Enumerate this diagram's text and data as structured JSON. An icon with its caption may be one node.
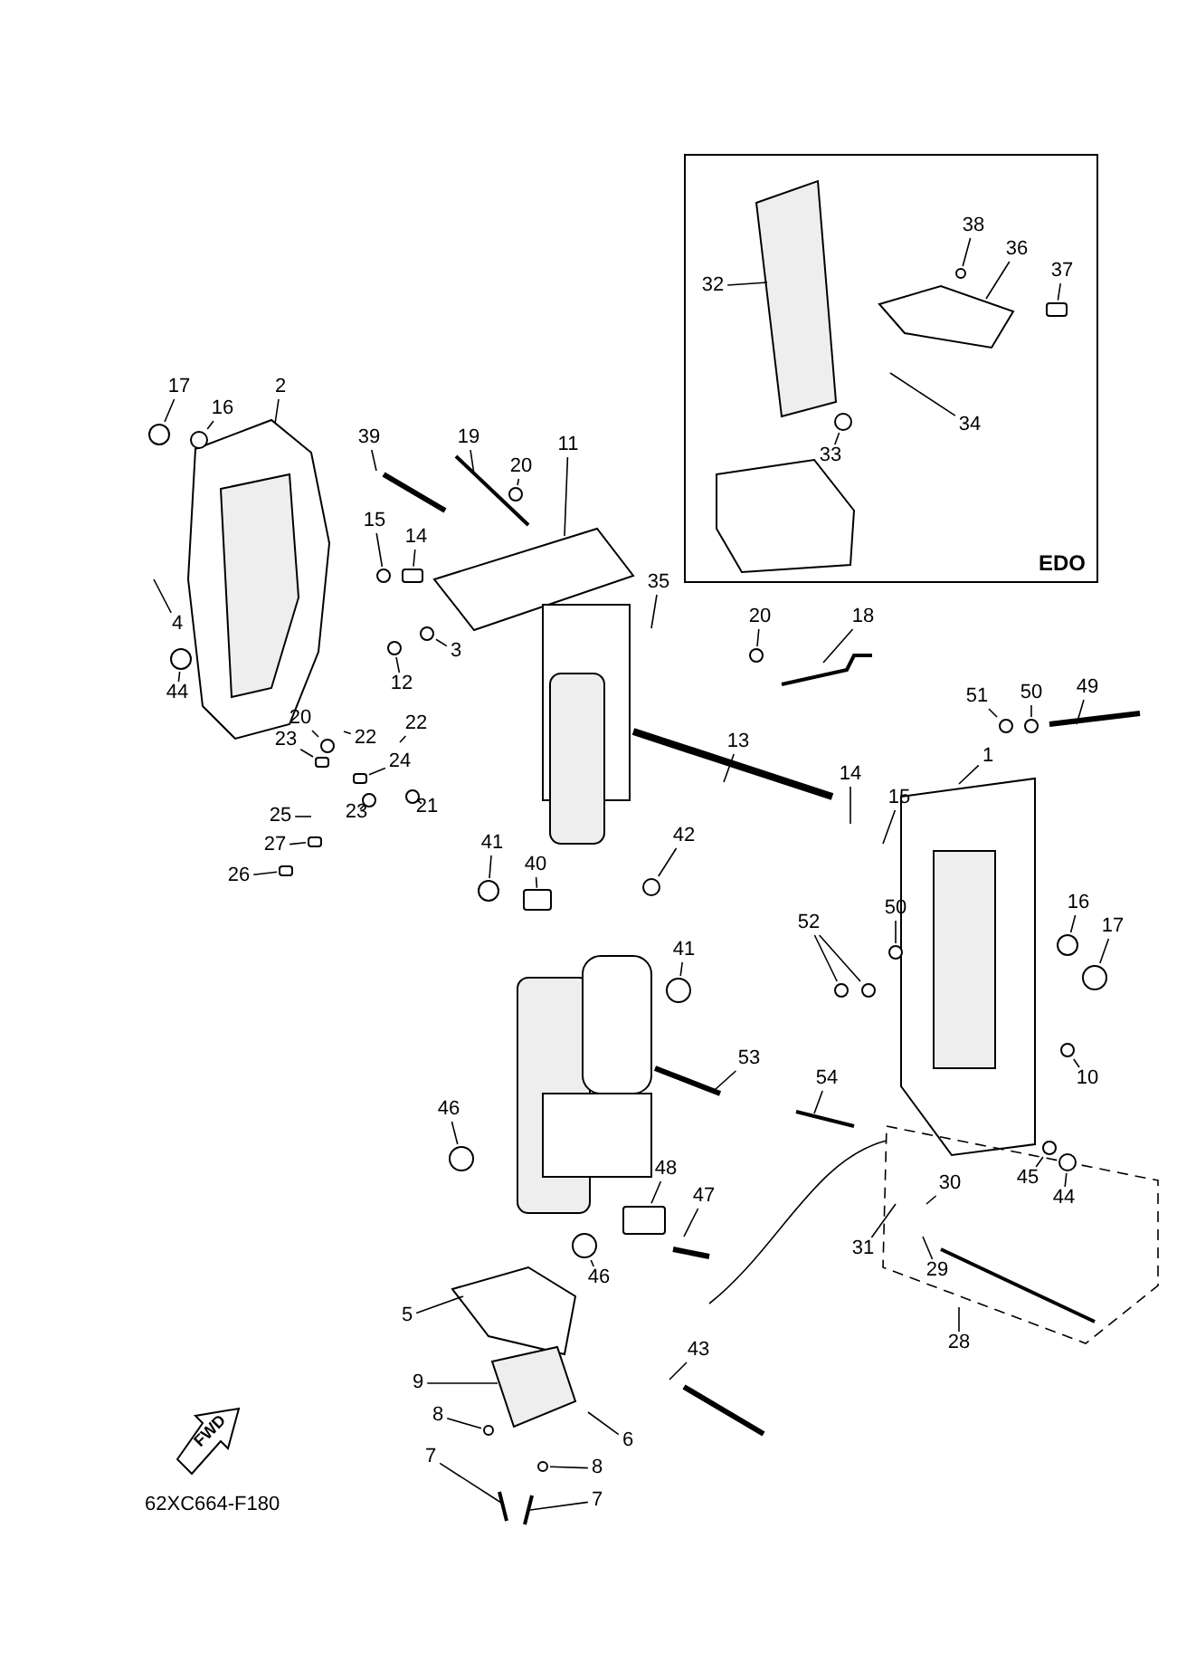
{
  "diagram": {
    "nodes": [
      {
        "text": [
          "EDO"
        ]
      },
      {
        "text": [
          "38"
        ],
        "in": 0
      },
      {
        "text": [
          "36"
        ],
        "in": 0
      },
      {
        "text": [
          "37"
        ],
        "in": 0
      },
      {
        "text": [
          "32"
        ],
        "in": 0
      },
      {
        "text": [
          "34"
        ],
        "in": 0
      },
      {
        "text": [
          "33"
        ],
        "in": 0
      },
      {
        "text": [
          "17"
        ]
      },
      {
        "text": [
          "2"
        ]
      },
      {
        "text": [
          "16"
        ]
      },
      {
        "text": [
          "39"
        ]
      },
      {
        "text": [
          "19"
        ]
      },
      {
        "text": [
          "11"
        ]
      },
      {
        "text": [
          "20"
        ]
      },
      {
        "text": [
          "15"
        ]
      },
      {
        "text": [
          "14"
        ]
      },
      {
        "text": [
          "35"
        ]
      },
      {
        "text": [
          "20"
        ]
      },
      {
        "text": [
          "18"
        ]
      },
      {
        "text": [
          "4"
        ]
      },
      {
        "text": [
          "3"
        ]
      },
      {
        "text": [
          "12"
        ]
      },
      {
        "text": [
          "44"
        ]
      },
      {
        "text": [
          "49"
        ]
      },
      {
        "text": [
          "50"
        ]
      },
      {
        "text": [
          "51"
        ]
      },
      {
        "text": [
          "20"
        ]
      },
      {
        "text": [
          "22"
        ]
      },
      {
        "text": [
          "22"
        ]
      },
      {
        "text": [
          "23"
        ]
      },
      {
        "text": [
          "1"
        ]
      },
      {
        "text": [
          "13"
        ]
      },
      {
        "text": [
          "24"
        ]
      },
      {
        "text": [
          "14"
        ]
      },
      {
        "text": [
          "15"
        ]
      },
      {
        "text": [
          "21"
        ]
      },
      {
        "text": [
          "23"
        ]
      },
      {
        "text": [
          "25"
        ]
      },
      {
        "text": [
          "42"
        ]
      },
      {
        "text": [
          "41"
        ]
      },
      {
        "text": [
          "27"
        ]
      },
      {
        "text": [
          "40"
        ]
      },
      {
        "text": [
          "26"
        ]
      },
      {
        "text": [
          "16"
        ]
      },
      {
        "text": [
          "50"
        ]
      },
      {
        "text": [
          "52"
        ]
      },
      {
        "text": [
          "17"
        ]
      },
      {
        "text": [
          "41"
        ]
      },
      {
        "text": [
          "53"
        ]
      },
      {
        "text": [
          "54"
        ]
      },
      {
        "text": [
          "10"
        ]
      },
      {
        "text": [
          "46"
        ]
      },
      {
        "text": [
          "48"
        ]
      },
      {
        "text": [
          "45"
        ]
      },
      {
        "text": [
          "30"
        ]
      },
      {
        "text": [
          "47"
        ]
      },
      {
        "text": [
          "44"
        ]
      },
      {
        "text": [
          "31"
        ]
      },
      {
        "text": [
          "29"
        ]
      },
      {
        "text": [
          "46"
        ]
      },
      {
        "text": [
          "5"
        ]
      },
      {
        "text": [
          "28"
        ]
      },
      {
        "text": [
          "43"
        ]
      },
      {
        "text": [
          "9"
        ]
      },
      {
        "text": [
          "8"
        ]
      },
      {
        "text": [
          "6"
        ]
      },
      {
        "text": [
          "7"
        ]
      },
      {
        "text": [
          "8"
        ]
      },
      {
        "text": [
          "7"
        ]
      },
      {
        "text": [],
        "shape": "circle",
        "in": 0
      },
      {
        "text": [],
        "shape": "box",
        "in": 0
      },
      {
        "text": [],
        "shape": "circle",
        "in": 0
      },
      {
        "text": [],
        "shape": "circle"
      },
      {
        "text": [],
        "shape": "circle"
      },
      {
        "text": [],
        "shape": "circle"
      },
      {
        "text": [],
        "shape": "circle"
      },
      {
        "text": [],
        "shape": "box"
      },
      {
        "text": [],
        "shape": "circle"
      },
      {
        "text": [],
        "shape": "circle"
      },
      {
        "text": [],
        "shape": "circle"
      },
      {
        "text": [],
        "shape": "circle"
      },
      {
        "text": [],
        "shape": "circle"
      },
      {
        "text": [],
        "shape": "circle"
      },
      {
        "text": [],
        "shape": "circle"
      },
      {
        "text": [],
        "shape": "box"
      },
      {
        "text": [],
        "shape": "box"
      },
      {
        "text": [],
        "shape": "circle"
      },
      {
        "text": [],
        "shape": "circle"
      },
      {
        "text": [],
        "shape": "circle"
      },
      {
        "text": [],
        "shape": "circle"
      },
      {
        "text": [],
        "shape": "box"
      },
      {
        "text": [],
        "shape": "box"
      },
      {
        "text": [],
        "shape": "box"
      },
      {
        "text": [],
        "shape": "circle"
      },
      {
        "text": [],
        "shape": "circle"
      },
      {
        "text": [],
        "shape": "circle"
      },
      {
        "text": [],
        "shape": "circle"
      },
      {
        "text": [],
        "shape": "circle"
      },
      {
        "text": [],
        "shape": "circle"
      },
      {
        "text": [],
        "shape": "circle"
      },
      {
        "text": [],
        "shape": "circle"
      },
      {
        "text": [],
        "shape": "circle"
      },
      {
        "text": [],
        "shape": "circle"
      },
      {
        "text": [],
        "shape": "circle"
      },
      {
        "text": [],
        "shape": "circle"
      },
      {
        "text": [],
        "shape": "circle"
      },
      {
        "text": [],
        "shape": "box"
      }
    ],
    "edges": [
      {
        "from": 1,
        "to": 69,
        "arrow": "none"
      },
      {
        "from": 2,
        "to": null,
        "arrow": "none"
      },
      {
        "from": 3,
        "to": 70,
        "arrow": "none"
      },
      {
        "from": 4,
        "to": null,
        "arrow": "none"
      },
      {
        "from": 5,
        "to": null,
        "arrow": "none"
      },
      {
        "from": 6,
        "to": 71,
        "arrow": "none"
      },
      {
        "from": 7,
        "to": 72,
        "arrow": "none"
      },
      {
        "from": 8,
        "to": null,
        "arrow": "none"
      },
      {
        "from": 9,
        "to": 73,
        "arrow": "none"
      },
      {
        "from": 10,
        "to": null,
        "arrow": "none"
      },
      {
        "from": 11,
        "to": null,
        "arrow": "none"
      },
      {
        "from": 12,
        "to": null,
        "arrow": "none"
      },
      {
        "from": 13,
        "to": 74,
        "arrow": "none"
      },
      {
        "from": 14,
        "to": 75,
        "arrow": "none"
      },
      {
        "from": 15,
        "to": 76,
        "arrow": "none"
      },
      {
        "from": 16,
        "to": null,
        "arrow": "none"
      },
      {
        "from": 17,
        "to": 77,
        "arrow": "none"
      },
      {
        "from": 18,
        "to": null,
        "arrow": "none"
      },
      {
        "from": 19,
        "to": null,
        "arrow": "none"
      },
      {
        "from": 20,
        "to": 78,
        "arrow": "none"
      },
      {
        "from": 21,
        "to": 79,
        "arrow": "none"
      },
      {
        "from": 22,
        "to": 80,
        "arrow": "none"
      },
      {
        "from": 23,
        "to": null,
        "arrow": "none"
      },
      {
        "from": 24,
        "to": 81,
        "arrow": "none"
      },
      {
        "from": 25,
        "to": 82,
        "arrow": "none"
      },
      {
        "from": 26,
        "to": 83,
        "arrow": "none"
      },
      {
        "from": 27,
        "to": null,
        "arrow": "none"
      },
      {
        "from": 28,
        "to": null,
        "arrow": "none"
      },
      {
        "from": 29,
        "to": 84,
        "arrow": "none"
      },
      {
        "from": 30,
        "to": null,
        "arrow": "none"
      },
      {
        "from": 31,
        "to": null,
        "arrow": "none"
      },
      {
        "from": 32,
        "to": 85,
        "arrow": "none"
      },
      {
        "from": 33,
        "to": null,
        "arrow": "none"
      },
      {
        "from": 34,
        "to": null,
        "arrow": "none"
      },
      {
        "from": 35,
        "to": 86,
        "arrow": "none"
      },
      {
        "from": 36,
        "to": 87,
        "arrow": "none"
      },
      {
        "from": 37,
        "to": null,
        "arrow": "none"
      },
      {
        "from": 38,
        "to": 88,
        "arrow": "none"
      },
      {
        "from": 39,
        "to": 89,
        "arrow": "none"
      },
      {
        "from": 40,
        "to": 90,
        "arrow": "none"
      },
      {
        "from": 41,
        "to": 91,
        "arrow": "none"
      },
      {
        "from": 42,
        "to": 92,
        "arrow": "none"
      },
      {
        "from": 43,
        "to": 93,
        "arrow": "none"
      },
      {
        "from": 44,
        "to": 94,
        "arrow": "none"
      },
      {
        "from": 45,
        "to": 95,
        "arrow": "none"
      },
      {
        "from": 45,
        "to": 96,
        "arrow": "none"
      },
      {
        "from": 46,
        "to": 97,
        "arrow": "none"
      },
      {
        "from": 47,
        "to": 98,
        "arrow": "none"
      },
      {
        "from": 48,
        "to": null,
        "arrow": "none"
      },
      {
        "from": 49,
        "to": null,
        "arrow": "none"
      },
      {
        "from": 50,
        "to": 99,
        "arrow": "none"
      },
      {
        "from": 51,
        "to": 100,
        "arrow": "none"
      },
      {
        "from": 52,
        "to": 106,
        "arrow": "none"
      },
      {
        "from": 53,
        "to": 101,
        "arrow": "none"
      },
      {
        "from": 54,
        "to": null,
        "arrow": "none"
      },
      {
        "from": 55,
        "to": null,
        "arrow": "none"
      },
      {
        "from": 56,
        "to": 102,
        "arrow": "none"
      },
      {
        "from": 57,
        "to": null,
        "arrow": "none"
      },
      {
        "from": 58,
        "to": null,
        "arrow": "none"
      },
      {
        "from": 59,
        "to": 103,
        "arrow": "none"
      },
      {
        "from": 60,
        "to": null,
        "arrow": "none"
      },
      {
        "from": 61,
        "to": null,
        "arrow": "none"
      },
      {
        "from": 62,
        "to": null,
        "arrow": "none"
      },
      {
        "from": 63,
        "to": null,
        "arrow": "none"
      },
      {
        "from": 64,
        "to": 104,
        "arrow": "none"
      },
      {
        "from": 65,
        "to": null,
        "arrow": "none"
      },
      {
        "from": 66,
        "to": null,
        "arrow": "none"
      },
      {
        "from": 67,
        "to": 105,
        "arrow": "none"
      },
      {
        "from": 68,
        "to": null,
        "arrow": "none"
      }
    ],
    "labels": [
      "FWD",
      "62XC664-F180"
    ]
  }
}
